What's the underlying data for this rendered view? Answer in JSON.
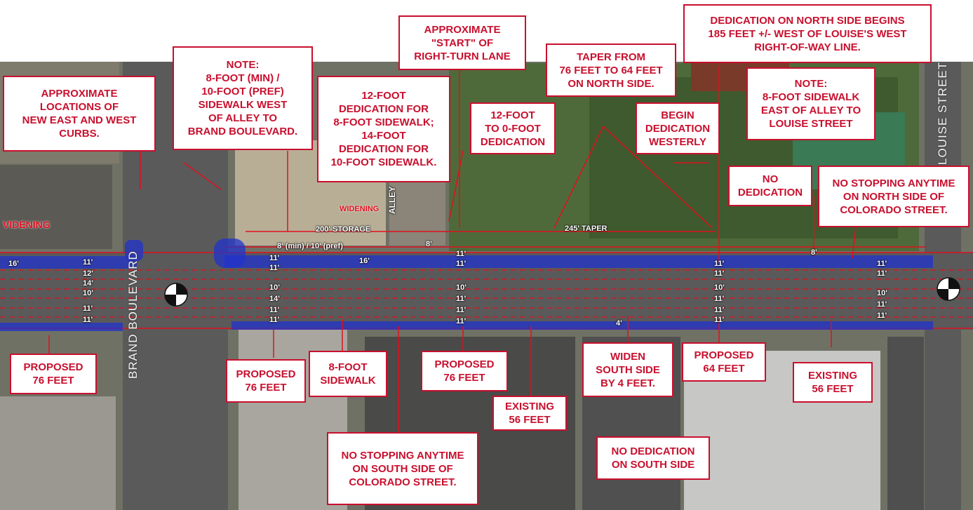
{
  "callouts": {
    "approx_curbs": "APPROXIMATE\nLOCATIONS OF\nNEW EAST AND WEST\nCURBS.",
    "note_sidewalk_west": "NOTE:\n8-FOOT (MIN) /\n10-FOOT (PREF)\nSIDEWALK WEST\nOF ALLEY TO\nBRAND BOULEVARD.",
    "dedication_12_14": "12-FOOT\nDEDICATION FOR\n8-FOOT SIDEWALK;\n14-FOOT\nDEDICATION FOR\n10-FOOT SIDEWALK.",
    "start_right_turn": "APPROXIMATE\n\"START\" OF\nRIGHT-TURN LANE",
    "dedication_12_0": "12-FOOT\nTO 0-FOOT\nDEDICATION",
    "taper_76_64": "TAPER FROM\n76 FEET TO 64 FEET\nON NORTH SIDE.",
    "begin_dedication": "BEGIN\nDEDICATION\nWESTERLY",
    "dedication_north_begins": "DEDICATION ON NORTH SIDE BEGINS\n185 FEET +/- WEST OF LOUISE'S WEST\nRIGHT-OF-WAY LINE.",
    "note_sidewalk_east": "NOTE:\n8-FOOT SIDEWALK\nEAST OF ALLEY TO\nLOUISE STREET",
    "no_dedication": "NO\nDEDICATION",
    "no_stopping_north": "NO STOPPING ANYTIME\nON NORTH SIDE OF\nCOLORADO STREET.",
    "proposed_76_west": "PROPOSED\n76 FEET",
    "proposed_76_mid1": "PROPOSED\n76 FEET",
    "sidewalk_8": "8-FOOT\nSIDEWALK",
    "proposed_76_mid2": "PROPOSED\n76 FEET",
    "existing_56_mid": "EXISTING\n56 FEET",
    "widen_south": "WIDEN\nSOUTH SIDE\nBY 4 FEET.",
    "proposed_64": "PROPOSED\n64 FEET",
    "existing_56_east": "EXISTING\n56 FEET",
    "no_stopping_south": "NO STOPPING ANYTIME\nON SOUTH SIDE OF\nCOLORADO STREET.",
    "no_dedication_south": "NO DEDICATION\nON SOUTH SIDE"
  },
  "labels": {
    "widening_left": "VIDENING",
    "widening_alley": "WIDENING",
    "storage": "200' STORAGE",
    "sidewalk_dims": "8' (min) / 10' (pref)",
    "taper": "245' TAPER",
    "alley": "ALLEY",
    "brand_blvd": "BRAND BOULEVARD",
    "louise_st": "LOUISE STREET",
    "dim_16_left": "16'",
    "dim_16_mid": "16'",
    "dim_8_mid": "8'",
    "dim_8_east": "8'",
    "dim_4": "4'",
    "lane_11": "11'",
    "lane_10": "10'",
    "lane_12": "12'",
    "lane_14": "14'"
  },
  "colors": {
    "annotation_red": "#c8102e",
    "curb_blue": "#2233cc",
    "road": "#5a5a5a"
  }
}
